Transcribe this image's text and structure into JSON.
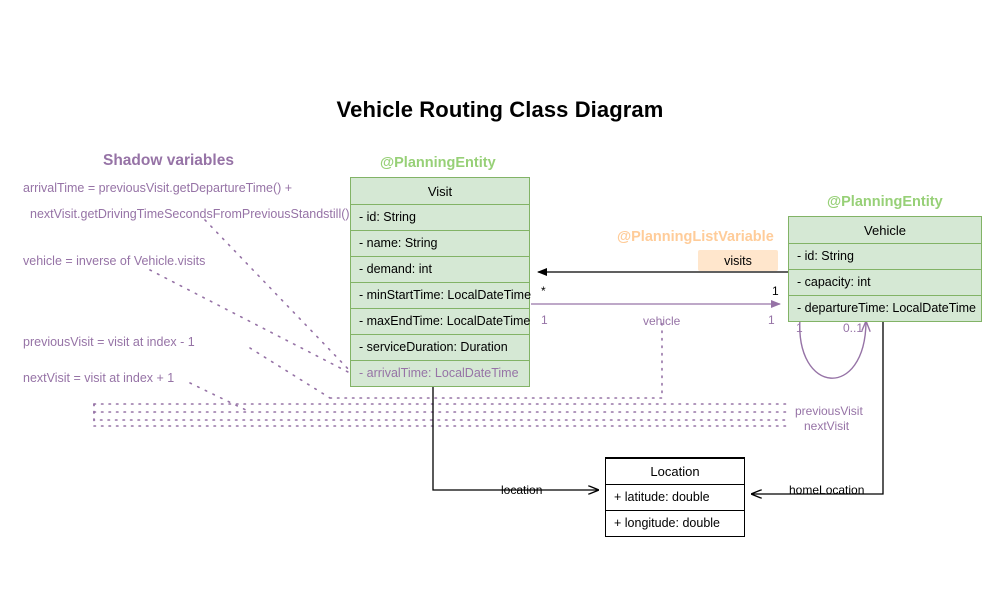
{
  "title": "Vehicle Routing Class Diagram",
  "colors": {
    "entity_fill": "#d5e8d4",
    "entity_border": "#82b366",
    "stereotype_green": "#97d077",
    "stereotype_orange": "#ffcc99",
    "badge_fill": "#ffe6cc",
    "shadow_purple": "#9673a6",
    "plain_border": "#000000"
  },
  "stereotypes": {
    "visit": "@PlanningEntity",
    "vehicle": "@PlanningEntity",
    "list_variable": "@PlanningListVariable"
  },
  "badges": {
    "visits": "visits"
  },
  "classes": {
    "visit": {
      "name": "Visit",
      "fields": [
        "- id: String",
        "- name: String",
        "- demand: int",
        "- minStartTime: LocalDateTime",
        "- maxEndTime: LocalDateTime",
        "- serviceDuration: Duration"
      ],
      "shadow_fields": [
        "- arrivalTime: LocalDateTime"
      ]
    },
    "vehicle": {
      "name": "Vehicle",
      "fields": [
        "- id: String",
        "- capacity: int",
        "- departureTime: LocalDateTime"
      ],
      "shadow_fields": []
    },
    "location": {
      "name": "Location",
      "fields": [
        "+ latitude: double",
        "+ longitude: double"
      ],
      "shadow_fields": []
    }
  },
  "shadow_panel": {
    "heading": "Shadow variables",
    "notes": [
      "arrivalTime = previousVisit.getDepartureTime() +",
      "nextVisit.getDrivingTimeSecondsFromPreviousStandstill()",
      "vehicle = inverse of Vehicle.visits",
      "previousVisit = visit at index - 1",
      "nextVisit = visit at index + 1"
    ]
  },
  "edges": {
    "visits": {
      "multiplicity_source": "*",
      "multiplicity_target": "1"
    },
    "vehicle": {
      "label": "vehicle",
      "multiplicity_source": "1",
      "multiplicity_target": "1"
    },
    "vehicle_self_loop": {
      "multiplicity_source": "1",
      "multiplicity_target": "0..1"
    },
    "previous_visit": {
      "label": "previousVisit"
    },
    "next_visit": {
      "label": "nextVisit"
    },
    "location": {
      "label": "location"
    },
    "home_location": {
      "label": "homeLocation"
    }
  }
}
